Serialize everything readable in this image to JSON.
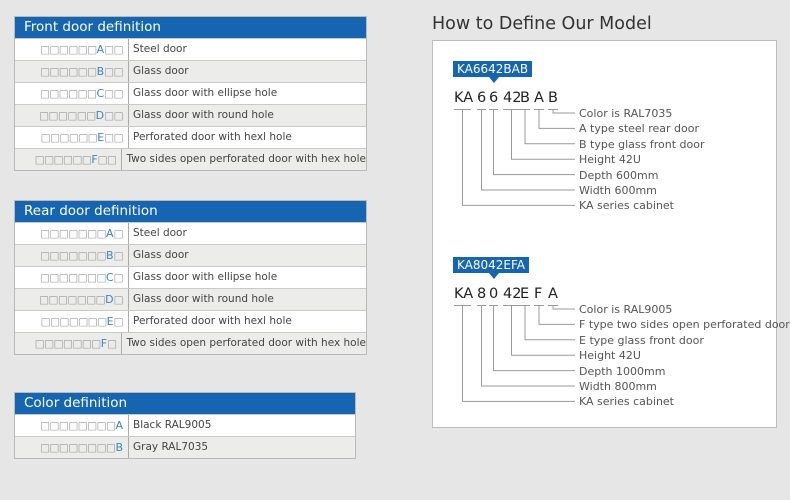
{
  "front_door": {
    "title": "Front door definition",
    "rows": [
      {
        "prefix": "□□□□□□",
        "code": "A",
        "suffix": "□□",
        "desc": "Steel door"
      },
      {
        "prefix": "□□□□□□",
        "code": "B",
        "suffix": "□□",
        "desc": "Glass door"
      },
      {
        "prefix": "□□□□□□",
        "code": "C",
        "suffix": "□□",
        "desc": "Glass door with ellipse hole"
      },
      {
        "prefix": "□□□□□□",
        "code": "D",
        "suffix": "□□",
        "desc": "Glass door with round hole"
      },
      {
        "prefix": "□□□□□□",
        "code": "E",
        "suffix": "□□",
        "desc": "Perforated door with hexl hole"
      },
      {
        "prefix": "□□□□□□",
        "code": "F",
        "suffix": "□□",
        "desc": "Two sides open perforated door with hex hole"
      }
    ]
  },
  "rear_door": {
    "title": "Rear door definition",
    "rows": [
      {
        "prefix": "□□□□□□□",
        "code": "A",
        "suffix": "□",
        "desc": "Steel door"
      },
      {
        "prefix": "□□□□□□□",
        "code": "B",
        "suffix": "□",
        "desc": "Glass door"
      },
      {
        "prefix": "□□□□□□□",
        "code": "C",
        "suffix": "□",
        "desc": "Glass door with ellipse hole"
      },
      {
        "prefix": "□□□□□□□",
        "code": "D",
        "suffix": "□",
        "desc": "Glass door with round hole"
      },
      {
        "prefix": "□□□□□□□",
        "code": "E",
        "suffix": "□",
        "desc": "Perforated door with hexl hole"
      },
      {
        "prefix": "□□□□□□□",
        "code": "F",
        "suffix": "□",
        "desc": "Two sides open perforated door with hex hole"
      }
    ]
  },
  "color": {
    "title": "Color definition",
    "rows": [
      {
        "prefix": "□□□□□□□□",
        "code": "A",
        "suffix": "",
        "desc": "Black RAL9005"
      },
      {
        "prefix": "□□□□□□□□",
        "code": "B",
        "suffix": "",
        "desc": "Gray RAL7035"
      }
    ]
  },
  "model": {
    "title": "How to Define Our Model",
    "examples": [
      {
        "label": "KA6642BAB",
        "parts": [
          "KA",
          "6",
          "6",
          "42",
          "B",
          "A",
          "B"
        ],
        "descs": [
          "Color is RAL7035",
          "A type steel rear door",
          "B type glass front door",
          "Height 42U",
          "Depth 600mm",
          "Width 600mm",
          "KA series cabinet"
        ]
      },
      {
        "label": "KA8042EFA",
        "parts": [
          "KA",
          "8",
          "0",
          "42",
          "E",
          "F",
          "A"
        ],
        "descs": [
          "Color is RAL9005",
          "F type two sides open perforated door",
          "E type glass front door",
          "Height 42U",
          "Depth 1000mm",
          "Width 800mm",
          "KA series cabinet"
        ]
      }
    ]
  },
  "colors": {
    "accent": "#1565b0",
    "code_letter": "#3d84c8"
  }
}
